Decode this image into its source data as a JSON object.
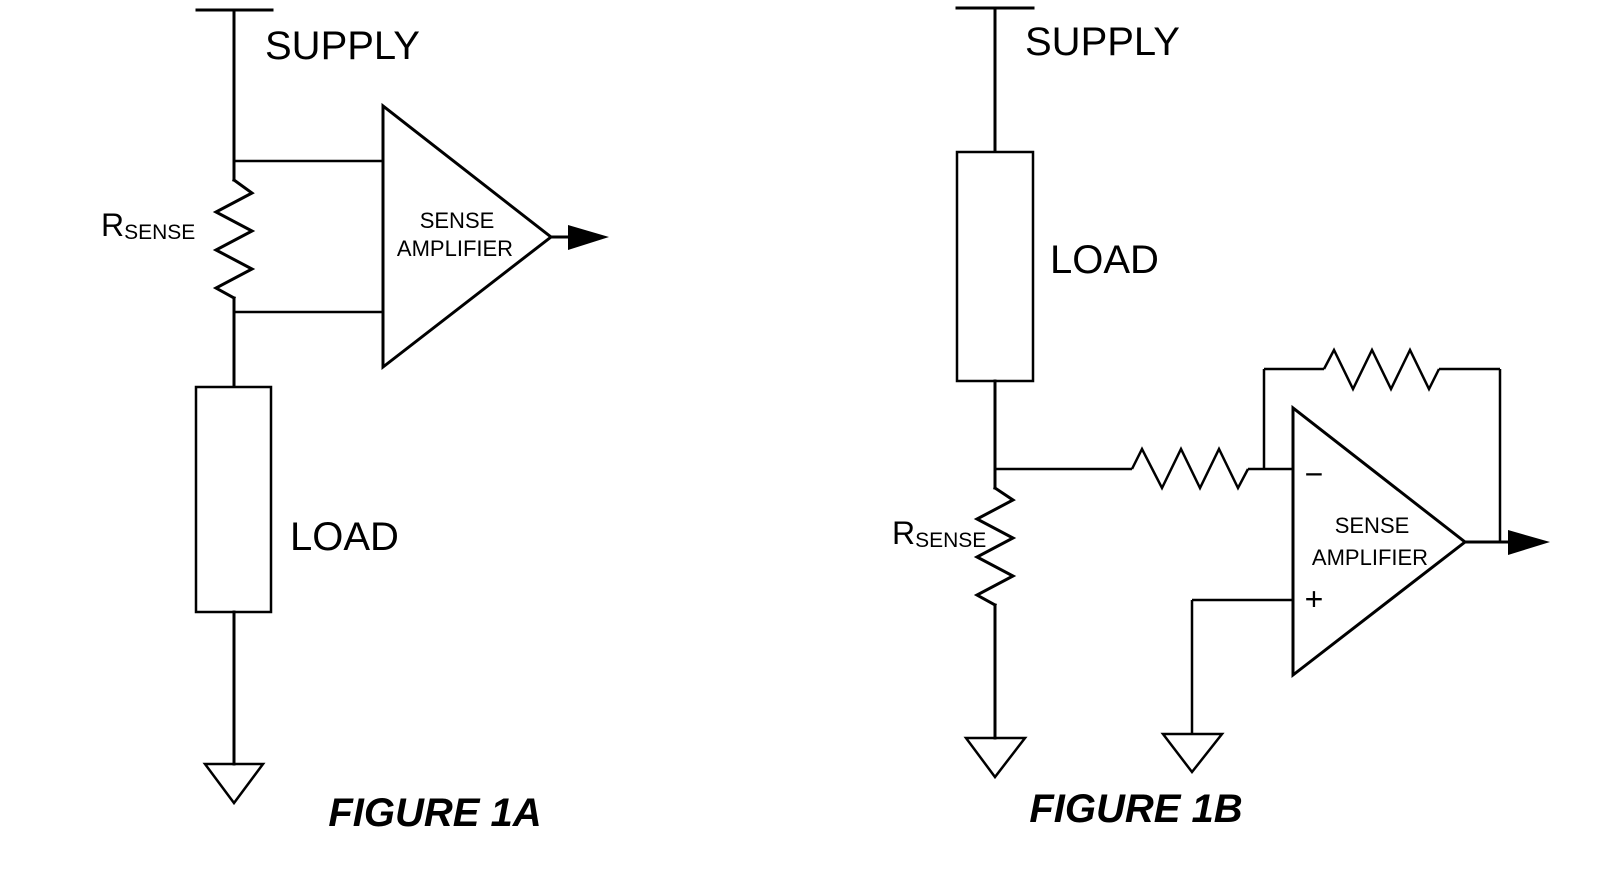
{
  "figures": [
    {
      "id": "1A",
      "caption": "FIGURE 1A",
      "supply_label": "SUPPLY",
      "load_label": "LOAD",
      "rsense": {
        "main": "R",
        "sub": "SENSE"
      },
      "amplifier": {
        "line1": "SENSE",
        "line2": "AMPLIFIER"
      },
      "topology": "high-side current sensing: sense resistor between supply and load, sense amplifier across resistor"
    },
    {
      "id": "1B",
      "caption": "FIGURE 1B",
      "supply_label": "SUPPLY",
      "load_label": "LOAD",
      "rsense": {
        "main": "R",
        "sub": "SENSE"
      },
      "amplifier": {
        "line1": "SENSE",
        "line2": "AMPLIFIER",
        "inverting_symbol": "−",
        "noninverting_symbol": "+"
      },
      "topology": "low-side current sensing: sense resistor between load and ground, inverting op-amp with input and feedback resistors"
    }
  ],
  "colors": {
    "line": "#000000",
    "background": "#ffffff"
  }
}
